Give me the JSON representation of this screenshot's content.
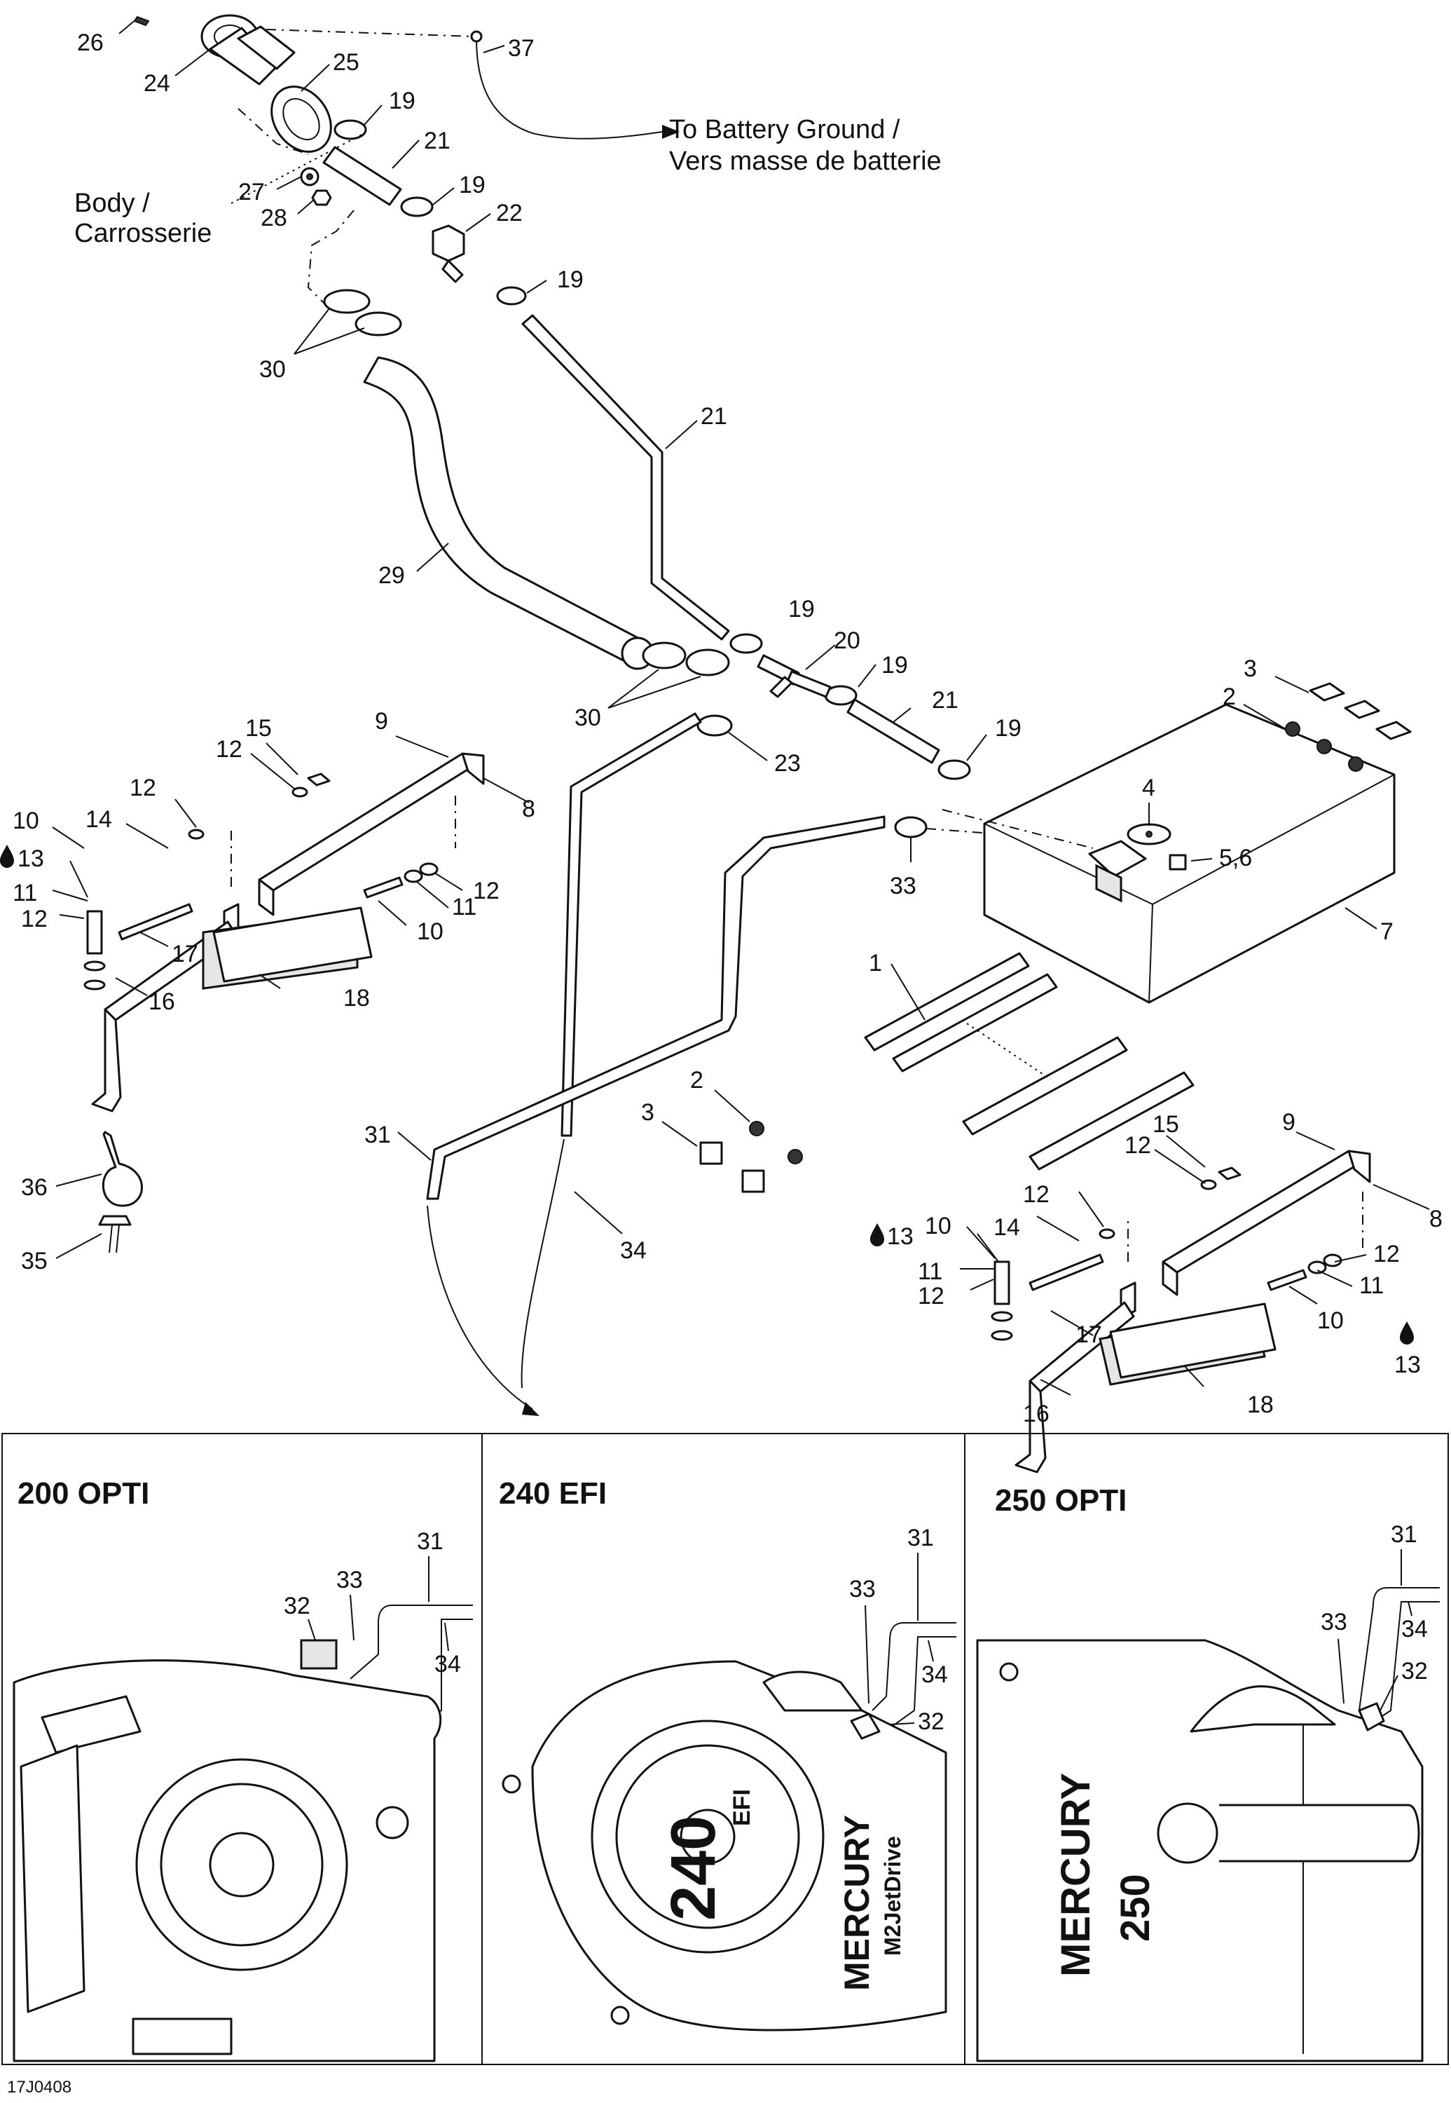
{
  "callouts": {
    "c26": "26",
    "c24": "24",
    "c25": "25",
    "c19a": "19",
    "c37": "37",
    "c21a": "21",
    "c27": "27",
    "c28": "28",
    "c19b": "19",
    "c22": "22",
    "c19c": "19",
    "c30a": "30",
    "c21b": "21",
    "c29": "29",
    "c19d": "19",
    "c20": "20",
    "c19e": "19",
    "c21c": "21",
    "c30b": "30",
    "c19f": "19",
    "c23": "23",
    "c3a": "3",
    "c2a": "2",
    "c4": "4",
    "c56": "5,6",
    "c7": "7",
    "c33": "33",
    "c9a": "9",
    "c15a": "15",
    "c12a": "12",
    "c8a": "8",
    "c12b": "12",
    "c10a": "10",
    "c14a": "14",
    "c13a": "13",
    "c11a": "11",
    "c12c": "12",
    "c11b": "11",
    "c12d": "12",
    "c10b": "10",
    "c17a": "17",
    "c16a": "16",
    "c18a": "18",
    "c1": "1",
    "c2b": "2",
    "c3b": "3",
    "c31": "31",
    "c34": "34",
    "c36": "36",
    "c35": "35",
    "c9b": "9",
    "c15b": "15",
    "c12e": "12",
    "c8b": "8",
    "c12f": "12",
    "c13b": "13",
    "c10c": "10",
    "c14b": "14",
    "c11c": "11",
    "c12g": "12",
    "c12h": "12",
    "c11d": "11",
    "c10d": "10",
    "c13c": "13",
    "c17b": "17",
    "c16b": "16",
    "c18b": "18"
  },
  "notes": {
    "battery_line1": "To Battery Ground /",
    "battery_line2": "Vers masse de batterie",
    "body_line1": "Body /",
    "body_line2": "Carrosserie"
  },
  "panels": [
    {
      "title": "200 OPTI",
      "c31": "31",
      "c33": "33",
      "c32": "32",
      "c34": "34"
    },
    {
      "title": "240 EFI",
      "c31": "31",
      "c33": "33",
      "c34": "34",
      "c32": "32",
      "badge_num": "240",
      "badge_sup": "EFI",
      "brand": "MERCURY",
      "brand_sub": "M2JetDrive"
    },
    {
      "title": "250 OPTI",
      "c31": "31",
      "c33": "33",
      "c34": "34",
      "c32": "32",
      "brand": "MERCURY",
      "badge_num": "250"
    }
  ],
  "drawing_code": "17J0408",
  "colors": {
    "ink": "#111111",
    "paper": "#ffffff",
    "shade": "#e6e6e6"
  },
  "icons": [
    "oil-drop-icon"
  ]
}
